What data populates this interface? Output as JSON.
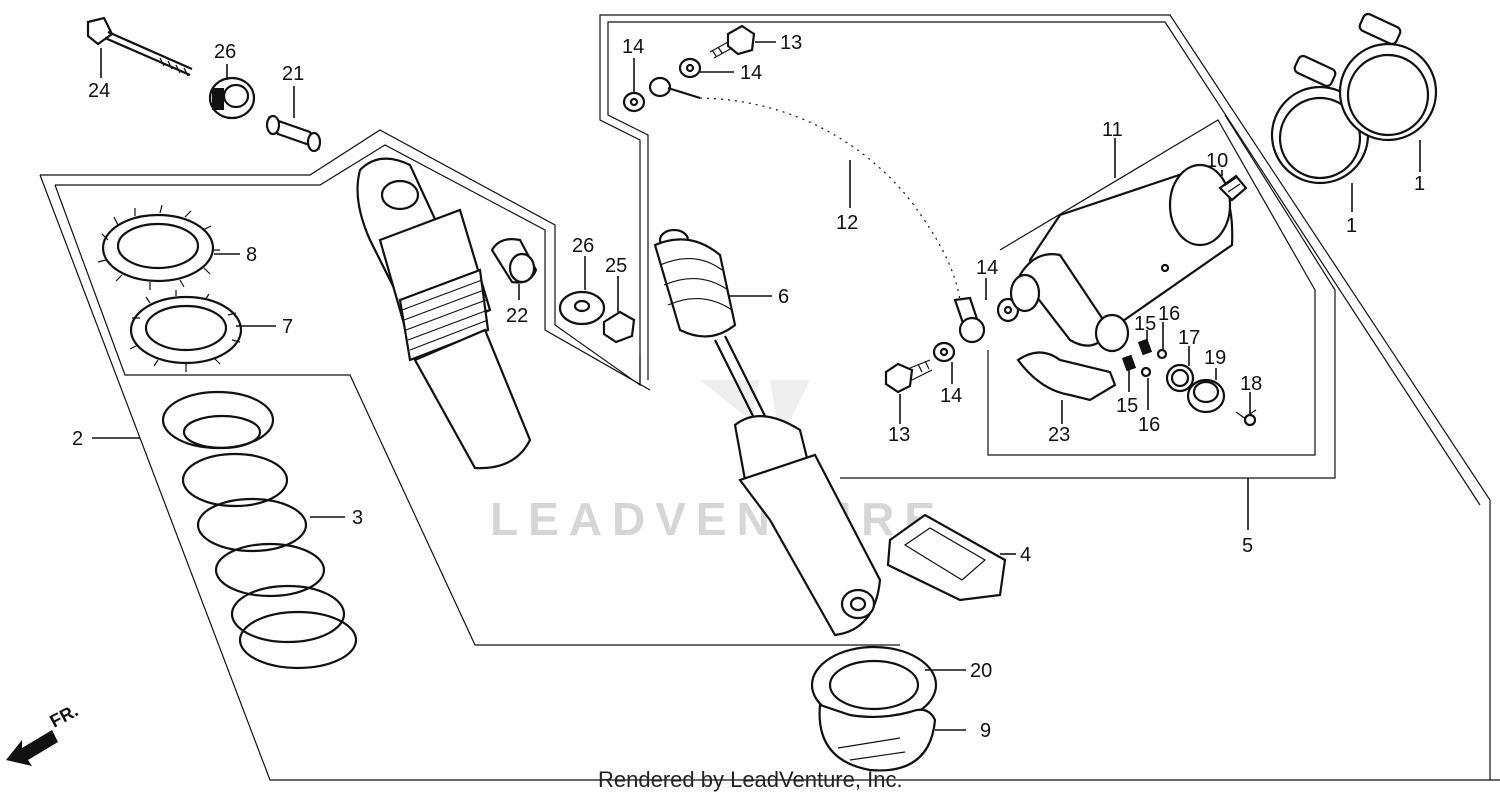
{
  "watermark": "LEADVENTURE",
  "credit": "Rendered by LeadVenture, Inc.",
  "direction_label": "FR.",
  "callouts": {
    "c24": "24",
    "c26a": "26",
    "c21": "21",
    "c8": "8",
    "c7": "7",
    "c2": "2",
    "c3": "3",
    "c22": "22",
    "c26b": "26",
    "c25": "25",
    "c6": "6",
    "c14a": "14",
    "c14b": "14",
    "c13a": "13",
    "c12": "12",
    "c11": "11",
    "c10": "10",
    "c1a": "1",
    "c1b": "1",
    "c14c": "14",
    "c15a": "15",
    "c16a": "16",
    "c17": "17",
    "c19": "19",
    "c18": "18",
    "c15b": "15",
    "c16b": "16",
    "c13b": "13",
    "c14d": "14",
    "c23": "23",
    "c5": "5",
    "c4": "4",
    "c20": "20",
    "c9": "9"
  }
}
